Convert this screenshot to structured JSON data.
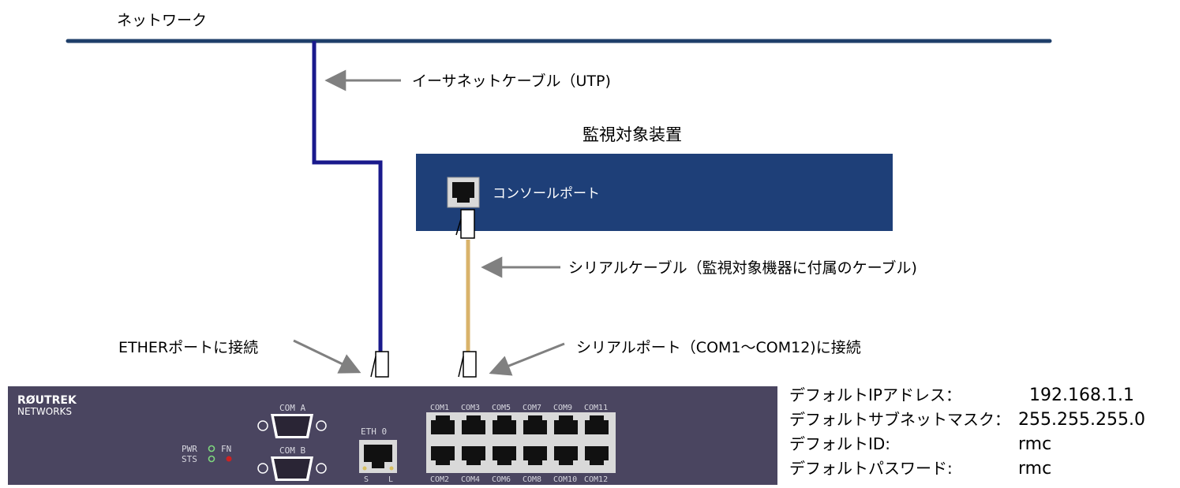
{
  "network_label": "ネットワーク",
  "ethernet_cable_label": "イーサネットケーブル（UTP)",
  "device_title": "監視対象装置",
  "console_port_label": "コンソールポート",
  "serial_cable_label": "シリアルケーブル（監視対象機器に付属のケーブル)",
  "ether_connect_label": "ETHERポートに接続",
  "serial_connect_label": "シリアルポート（COM1～COM12)に接続",
  "appliance": {
    "logo_line1": "RØUTREK",
    "logo_line2": "NETWORKS",
    "pwr": "PWR",
    "sts": "STS",
    "fn": "FN",
    "com_a": "COM A",
    "com_b": "COM B",
    "eth": "ETH 0",
    "eth_s": "S",
    "eth_l": "L",
    "top_ports": [
      "COM1",
      "COM3",
      "COM5",
      "COM7",
      "COM9",
      "COM11"
    ],
    "bottom_ports": [
      "COM2",
      "COM4",
      "COM6",
      "COM8",
      "COM10",
      "COM12"
    ]
  },
  "defaults": [
    {
      "label": "デフォルトIPアドレス：",
      "value": "192.168.1.1"
    },
    {
      "label": "デフォルトサブネットマスク：",
      "value": "255.255.255.0"
    },
    {
      "label": "デフォルトID:",
      "value": "rmc"
    },
    {
      "label": "デフォルトパスワード:",
      "value": "rmc"
    }
  ],
  "colors": {
    "network_line": "#1f3f6a",
    "ethernet_cable": "#1a1a8c",
    "serial_cable": "#d9b36a",
    "device_box": "#1e3f78",
    "appliance_body": "#4a4560",
    "arrow": "#808080"
  }
}
